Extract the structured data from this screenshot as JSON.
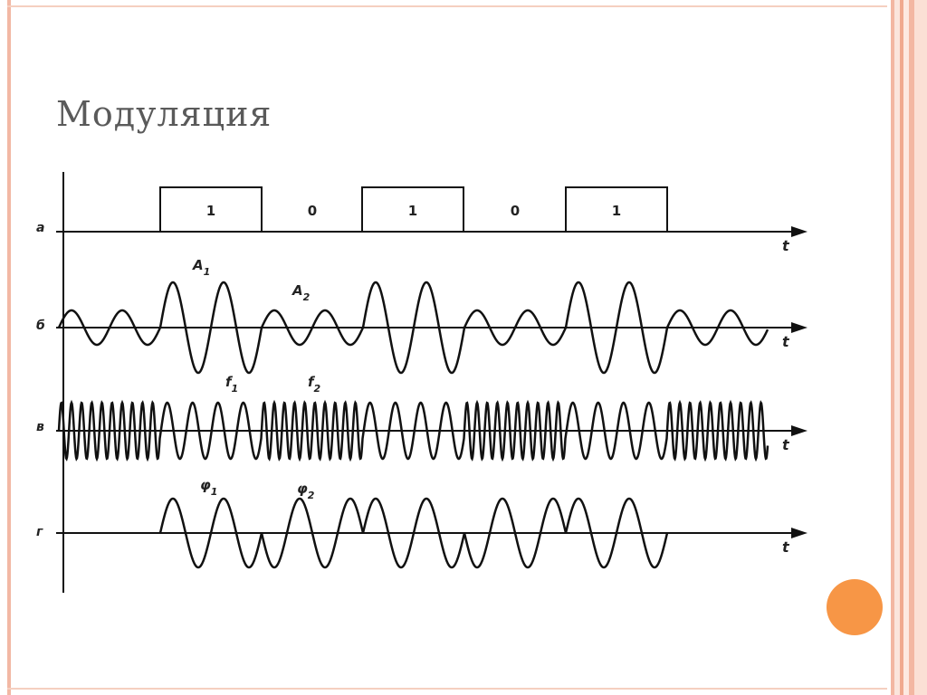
{
  "slide": {
    "title": "Модуляция"
  },
  "diagram": {
    "row_labels": [
      "а",
      "б",
      "в",
      "г"
    ],
    "axis_label": "t",
    "bits": [
      "1",
      "0",
      "1",
      "0",
      "1"
    ],
    "annotations": {
      "amplitude_1": "A",
      "amplitude_1_sub": "1",
      "amplitude_2": "A",
      "amplitude_2_sub": "2",
      "frequency_1": "f",
      "frequency_1_sub": "1",
      "frequency_2": "f",
      "frequency_2_sub": "2",
      "phase_1": "φ",
      "phase_1_sub": "1",
      "phase_2": "φ",
      "phase_2_sub": "2"
    }
  },
  "colors": {
    "accent_orange": "#f79646",
    "frame": "#f2b8a4",
    "title_text": "#5a5a5a",
    "ink": "#111111"
  }
}
